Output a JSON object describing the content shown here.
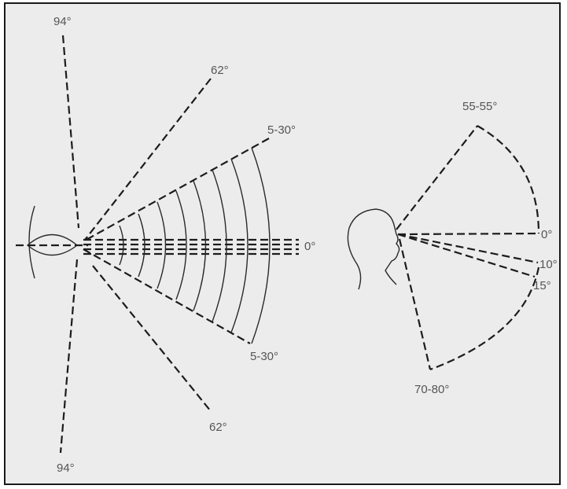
{
  "horizontal_view": {
    "labels": {
      "top_94": "94°",
      "top_62": "62°",
      "top_5_30": "5-30°",
      "center_0": "0°",
      "bottom_5_30": "5-30°",
      "bottom_62": "62°",
      "bottom_94": "94°"
    }
  },
  "vertical_view": {
    "labels": {
      "up_55": "55-55°",
      "center_0": "0°",
      "down_10": "10°",
      "down_15": "15°",
      "down_70_80": "70-80°"
    }
  },
  "colors": {
    "background": "#ececec",
    "stroke": "#1c1c1c",
    "label": "#555555"
  }
}
